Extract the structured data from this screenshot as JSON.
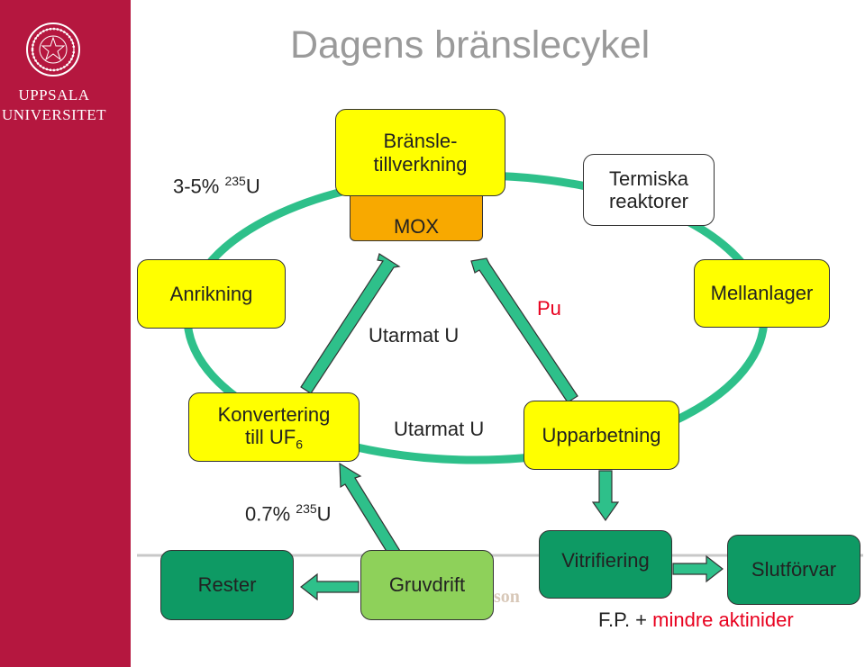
{
  "sidebar": {
    "logo_line1": "UPPSALA",
    "logo_line2": "UNIVERSITET",
    "seal_icon": "university-seal-icon",
    "color": "#b5173f"
  },
  "slide": {
    "title": "Dagens bränslecykel"
  },
  "nodes": {
    "branslet_line1": "Bränsle-",
    "branslet_line2": "tillverkning",
    "mox": "MOX",
    "termiska_line1": "Termiska",
    "termiska_line2": "reaktorer",
    "anrikning": "Anrikning",
    "mellanlager": "Mellanlager",
    "konvertering_line1": "Konvertering",
    "konvertering_line2": "till UF",
    "konvertering_sub": "6",
    "upparbetning": "Upparbetning",
    "rester": "Rester",
    "gruvdrift": "Gruvdrift",
    "vitrifiering": "Vitrifiering",
    "slutforvar": "Slutförvar"
  },
  "labels": {
    "enrich_pct": "3-5%",
    "enrich_sup": "235",
    "enrich_el": "U",
    "natural_pct": "0.7%",
    "natural_sup": "235",
    "natural_el": "U",
    "utarmat1": "Utarmat U",
    "utarmat2": "Utarmat U",
    "pu": "Pu",
    "fp": "F.P. +",
    "aktinider": "mindre aktinider",
    "faint_text": "son"
  },
  "colors": {
    "ring": "#2ec08a",
    "arrow": "#2ec08a",
    "yellow": "#ffff00",
    "orange": "#f8a900",
    "dark_green": "#0e9a64",
    "light_green": "#8ed15a",
    "red_text": "#e8001e"
  }
}
